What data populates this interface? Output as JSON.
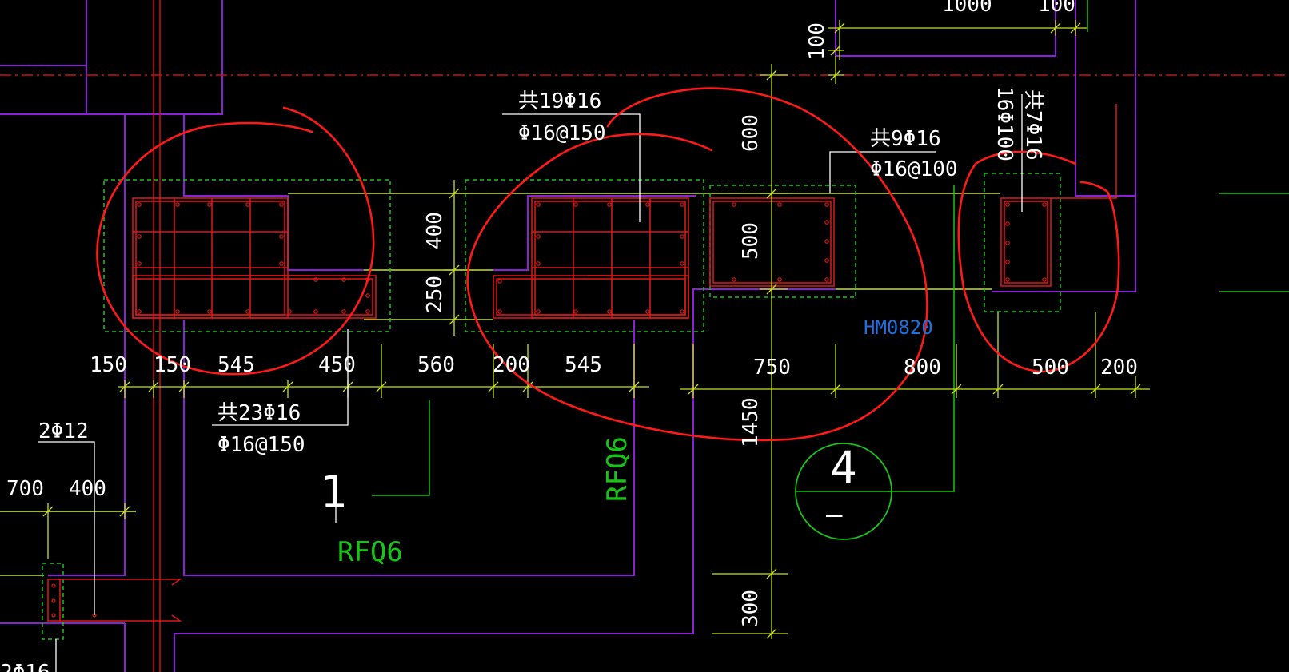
{
  "colors": {
    "wall_outline": "#8a20d8",
    "rebar": "#e01818",
    "dim_line": "#c8e020",
    "hatch": "#19c419",
    "annotation_circle": "#ff1a1a",
    "text": "#ffffff",
    "blue_text": "#1f6fe0",
    "centerline": "#d01010",
    "title_circle": "#19c419"
  },
  "dimensions_bottom": [
    "150",
    "150",
    "545",
    "450",
    "560",
    "200",
    "545",
    "750",
    "800",
    "500",
    "200"
  ],
  "dimensions_vertical": [
    "400",
    "250",
    "600",
    "500",
    "1450",
    "300",
    "100"
  ],
  "dimensions_left": [
    "700",
    "400"
  ],
  "top_partial": [
    "1000",
    "100"
  ],
  "rebar_notes": {
    "n1_line1": "共19Φ16",
    "n1_line2": "Φ16@150",
    "n2_line1": "共9Φ16",
    "n2_line2": "Φ16@100",
    "n3_line1": "共7Φ16",
    "n3_line2": "16Φ100",
    "n4_line1": "共23Φ16",
    "n4_line2": "Φ16@150",
    "n5": "2Φ12",
    "n6_partial": "2Φ16"
  },
  "labels": {
    "wall_label_1": "RFQ6",
    "wall_label_2": "RFQ6",
    "door_label": "HM0820",
    "section_mark": "1",
    "detail_number": "4",
    "detail_sub": "—"
  }
}
